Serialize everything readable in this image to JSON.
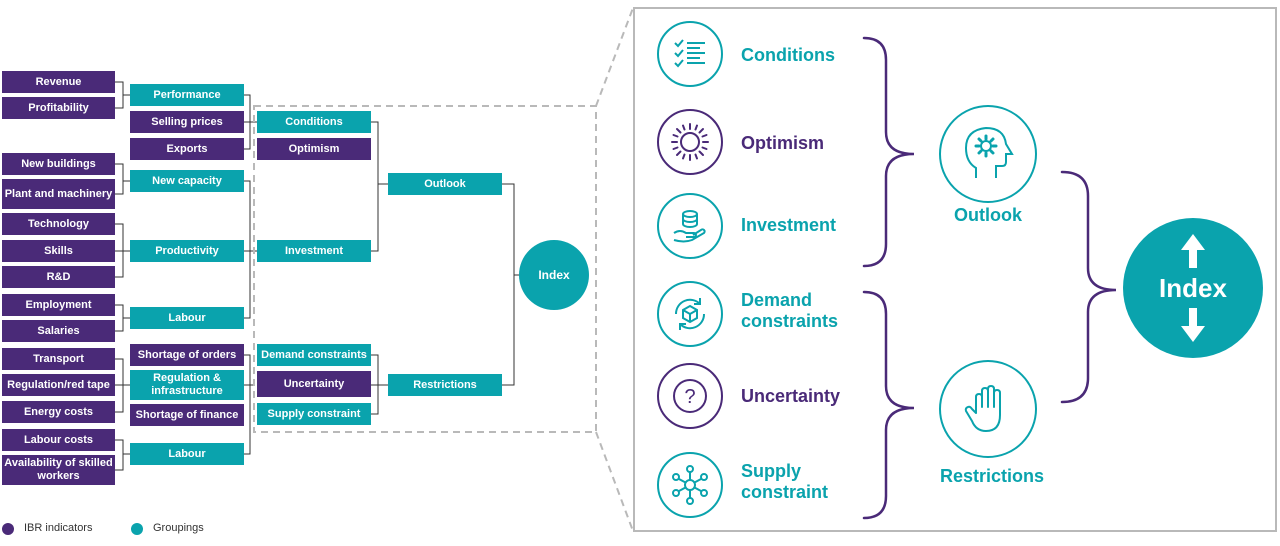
{
  "indicators": {
    "revenue": "Revenue",
    "profitability": "Profitability",
    "new_buildings": "New buildings",
    "plant_machinery": "Plant and machinery",
    "technology": "Technology",
    "skills": "Skills",
    "rnd": "R&D",
    "employment": "Employment",
    "salaries": "Salaries",
    "transport": "Transport",
    "regulation_red_tape": "Regulation/red tape",
    "energy_costs": "Energy costs",
    "labour_costs": "Labour costs",
    "availability_skilled": "Availability of skilled workers"
  },
  "groupings_l1": {
    "performance": "Performance",
    "selling_prices": "Selling prices",
    "exports": "Exports",
    "new_capacity": "New capacity",
    "productivity": "Productivity",
    "labour_1": "Labour",
    "shortage_orders": "Shortage of orders",
    "regulation_infra": "Regulation & infrastructure",
    "shortage_finance": "Shortage of finance",
    "labour_2": "Labour"
  },
  "groupings_l2": {
    "conditions": "Conditions",
    "optimism": "Optimism",
    "investment": "Investment",
    "demand_constraints": "Demand constraints",
    "uncertainty": "Uncertainty",
    "supply_constraint": "Supply constraint"
  },
  "groupings_l3": {
    "outlook": "Outlook",
    "restrictions": "Restrictions"
  },
  "index_label": "Index",
  "legend": {
    "ibr": "IBR indicators",
    "groupings": "Groupings"
  },
  "panel": {
    "conditions": "Conditions",
    "optimism": "Optimism",
    "investment": "Investment",
    "demand_constraints": "Demand constraints",
    "uncertainty": "Uncertainty",
    "supply_constraint": "Supply constraint",
    "outlook": "Outlook",
    "restrictions": "Restrictions",
    "index": "Index",
    "question_mark": "?"
  },
  "colors": {
    "purple": "#4a2a78",
    "teal": "#0aa3ad",
    "border_grey": "#b9b9b9"
  }
}
